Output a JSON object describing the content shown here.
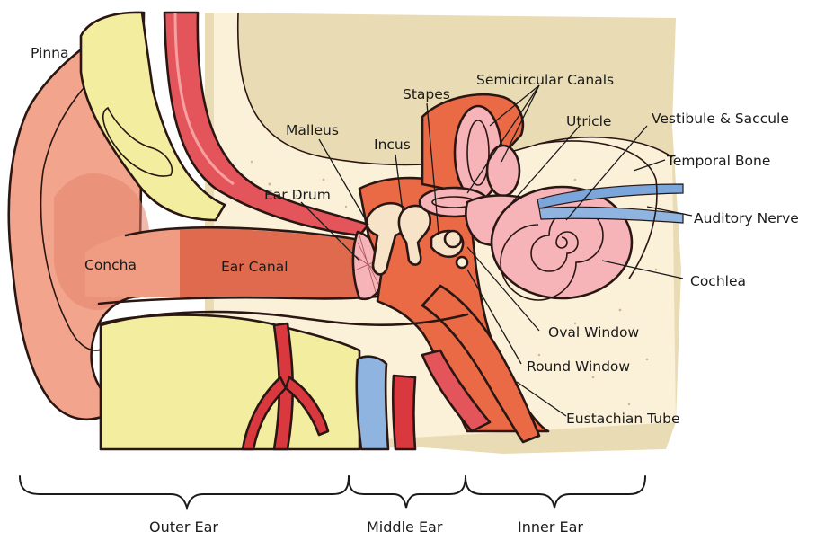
{
  "labels": {
    "pinna": "Pinna",
    "concha": "Concha",
    "ear_canal": "Ear Canal",
    "ear_drum": "Ear Drum",
    "malleus": "Malleus",
    "incus": "Incus",
    "stapes": "Stapes",
    "semicircular_canals": "Semicircular Canals",
    "utricle": "Utricle",
    "vestibule_saccule": "Vestibule & Saccule",
    "temporal_bone": "Temporal Bone",
    "auditory_nerve": "Auditory Nerve",
    "cochlea": "Cochlea",
    "oval_window": "Oval Window",
    "round_window": "Round Window",
    "eustachian_tube": "Eustachian Tube"
  },
  "sections": {
    "outer_ear": "Outer Ear",
    "middle_ear": "Middle Ear",
    "inner_ear": "Inner Ear"
  },
  "colors": {
    "bone_background": "#e9dcb5",
    "bone_light": "#fbf0d8",
    "skin": "#f2a48c",
    "skin_dark": "#e3846c",
    "cartilage": "#f3eda0",
    "middle_ear_orange": "#ea6a45",
    "inner_ear_pink": "#f6b3b8",
    "artery_red": "#d9393e",
    "vein_blue": "#8fb4e0",
    "nerve_blue": "#7aa6dc"
  }
}
